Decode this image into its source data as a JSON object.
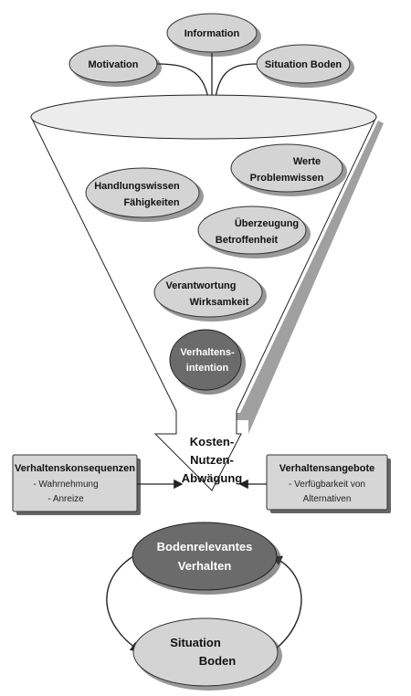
{
  "inputs": {
    "information": "Information",
    "motivation": "Motivation",
    "situation_boden": "Situation Boden"
  },
  "funnel": {
    "werte": {
      "line1": "Werte",
      "line2": "Problemwissen"
    },
    "handlungswissen": {
      "line1": "Handlungswissen",
      "line2": "Fähigkeiten"
    },
    "ueberzeugung": {
      "line1": "Überzeugung",
      "line2": "Betroffenheit"
    },
    "verantwortung": {
      "line1": "Verantwortung",
      "line2": "Wirksamkeit"
    },
    "intention": {
      "line1": "Verhaltens-",
      "line2": "intention"
    }
  },
  "abwaegung": {
    "line1": "Kosten-",
    "line2": "Nutzen-",
    "line3": "Abwägung"
  },
  "left_box": {
    "title": "Verhaltenskonsequenzen",
    "item1": "- Wahrnehmung",
    "item2": "- Anreize"
  },
  "right_box": {
    "title": "Verhaltensangebote",
    "item1": "- Verfügbarkeit von",
    "item2": "Alternativen"
  },
  "verhalten": {
    "line1": "Bodenrelevantes",
    "line2": "Verhalten"
  },
  "situation": {
    "line1": "Situation",
    "line2": "Boden"
  },
  "colors": {
    "oval_light": "#d4d4d4",
    "oval_dark": "#6b6b6b",
    "box_fill": "#d6d6d6",
    "funnel_fill": "#ffffff",
    "shadow": "#777777"
  }
}
